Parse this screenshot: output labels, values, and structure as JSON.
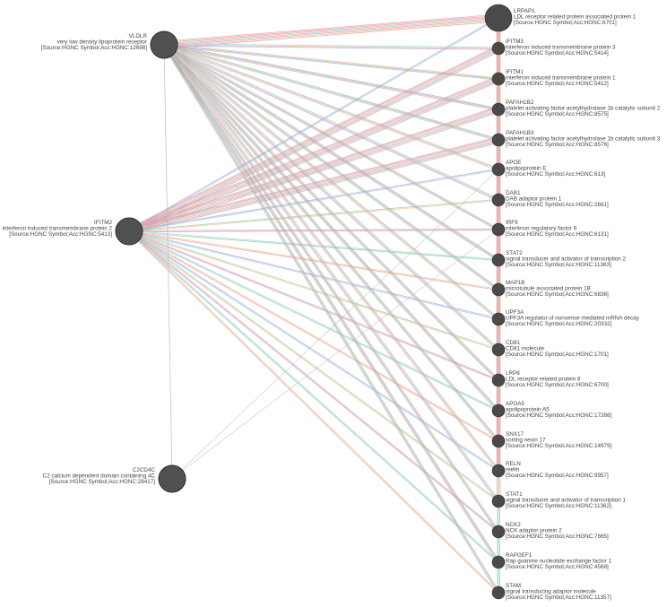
{
  "colors": {
    "node_fill": "#4a4a4a",
    "node_stroke": "#2e2e2e",
    "hatch": "#6a6a6a",
    "edge_red": "#e89a9a",
    "edge_blue": "#8fd0e0",
    "edge_orange": "#f2bf8c",
    "edge_purple": "#b69ad8",
    "edge_green": "#8fc9a0",
    "edge_gray": "#c8c8c8",
    "label": "#444444"
  },
  "left_nodes": [
    {
      "id": "VLDLR",
      "name": "VLDLR",
      "desc": "very low density lipoprotein receptor",
      "source": "[Source:HGNC Symbol;Acc:HGNC:12698]"
    },
    {
      "id": "IFITM2",
      "name": "IFITM2",
      "desc": "interferon induced transmembrane protein 2",
      "source": "[Source:HGNC Symbol;Acc:HGNC:5413]"
    },
    {
      "id": "C2CD4C",
      "name": "C2CD4C",
      "desc": "C2 calcium dependent domain containing 4C",
      "source": "[Source:HGNC Symbol;Acc:HGNC:28417]"
    }
  ],
  "right_nodes": [
    {
      "id": "LRPAP1",
      "name": "LRPAP1",
      "desc": "LDL receptor related protein associated protein 1",
      "source": "[Source:HGNC Symbol;Acc:HGNC:6701]"
    },
    {
      "id": "IFITM3",
      "name": "IFITM3",
      "desc": "interferon induced transmembrane protein 3",
      "source": "[Source:HGNC Symbol;Acc:HGNC:5414]"
    },
    {
      "id": "IFITM1",
      "name": "IFITM1",
      "desc": "interferon induced transmembrane protein 1",
      "source": "[Source:HGNC Symbol;Acc:HGNC:5412]"
    },
    {
      "id": "PAFAH1B2",
      "name": "PAFAH1B2",
      "desc": "platelet activating factor acetylhydrolase 1b catalytic subunit 2",
      "source": "[Source:HGNC Symbol;Acc:HGNC:8575]"
    },
    {
      "id": "PAFAH1B3",
      "name": "PAFAH1B3",
      "desc": "platelet activating factor acetylhydrolase 1b catalytic subunit 3",
      "source": "[Source:HGNC Symbol;Acc:HGNC:8576]"
    },
    {
      "id": "APOE",
      "name": "APOE",
      "desc": "apolipoprotein E",
      "source": "[Source:HGNC Symbol;Acc:HGNC:613]"
    },
    {
      "id": "DAB1",
      "name": "DAB1",
      "desc": "DAB adaptor protein 1",
      "source": "[Source:HGNC Symbol;Acc:HGNC:2661]"
    },
    {
      "id": "IRF9",
      "name": "IRF9",
      "desc": "interferon regulatory factor 9",
      "source": "[Source:HGNC Symbol;Acc:HGNC:6131]"
    },
    {
      "id": "STAT2",
      "name": "STAT2",
      "desc": "signal transducer and activator of transcription 2",
      "source": "[Source:HGNC Symbol;Acc:HGNC:11363]"
    },
    {
      "id": "MAP1B",
      "name": "MAP1B",
      "desc": "microtubule associated protein 1B",
      "source": "[Source:HGNC Symbol;Acc:HGNC:6836]"
    },
    {
      "id": "UPF3A",
      "name": "UPF3A",
      "desc": "UPF3A regulator of nonsense mediated mRNA decay",
      "source": "[Source:HGNC Symbol;Acc:HGNC:20332]"
    },
    {
      "id": "CD81",
      "name": "CD81",
      "desc": "CD81 molecule",
      "source": "[Source:HGNC Symbol;Acc:HGNC:1701]"
    },
    {
      "id": "LRP8",
      "name": "LRP8",
      "desc": "LDL receptor related protein 8",
      "source": "[Source:HGNC Symbol;Acc:HGNC:6700]"
    },
    {
      "id": "APOA5",
      "name": "APOA5",
      "desc": "apolipoprotein A5",
      "source": "[Source:HGNC Symbol;Acc:HGNC:17288]"
    },
    {
      "id": "SNX17",
      "name": "SNX17",
      "desc": "sorting nexin 17",
      "source": "[Source:HGNC Symbol;Acc:HGNC:14979]"
    },
    {
      "id": "RELN",
      "name": "RELN",
      "desc": "reelin",
      "source": "[Source:HGNC Symbol;Acc:HGNC:9957]"
    },
    {
      "id": "STAT1",
      "name": "STAT1",
      "desc": "signal transducer and activator of transcription 1",
      "source": "[Source:HGNC Symbol;Acc:HGNC:11362]"
    },
    {
      "id": "NCK2",
      "name": "NCK2",
      "desc": "NCK adaptor protein 2",
      "source": "[Source:HGNC Symbol;Acc:HGNC:7665]"
    },
    {
      "id": "RAPGEF1",
      "name": "RAPGEF1",
      "desc": "Rap guanine nucleotide exchange factor 1",
      "source": "[Source:HGNC Symbol;Acc:HGNC:4568]"
    },
    {
      "id": "STAM",
      "name": "STAM",
      "desc": "signal transducing adaptor molecule",
      "source": "[Source:HGNC Symbol;Acc:HGNC:11357]"
    }
  ]
}
